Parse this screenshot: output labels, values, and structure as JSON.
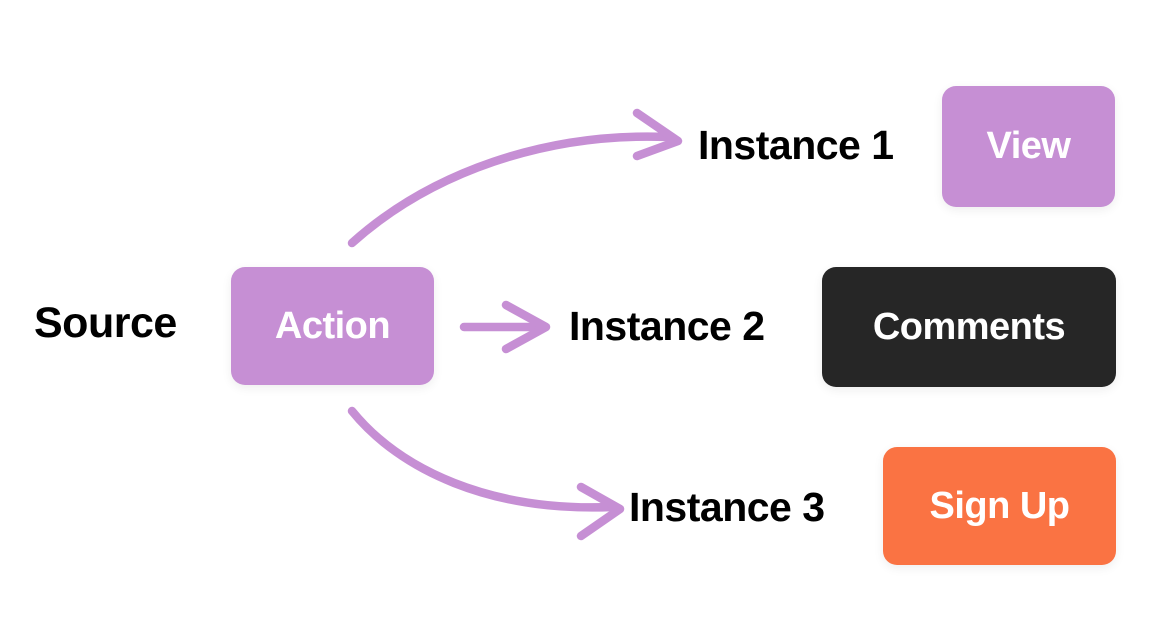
{
  "diagram": {
    "title": "Source to Instances flow",
    "background_color": "#ffffff",
    "accent_purple": "#c68fd4",
    "accent_dark": "#262626",
    "accent_orange": "#fa7343",
    "text_color": "#000000",
    "on_accent_text_color": "#ffffff"
  },
  "nodes": {
    "source": {
      "label": "Source",
      "type": "text"
    },
    "action": {
      "label": "Action",
      "type": "rounded-box",
      "color": "#c68fd4"
    },
    "instance_1": {
      "label": "Instance 1",
      "type": "text"
    },
    "instance_2": {
      "label": "Instance 2",
      "type": "text"
    },
    "instance_3": {
      "label": "Instance 3",
      "type": "text"
    }
  },
  "buttons": [
    {
      "id": "view",
      "label": "View",
      "color": "#c68fd4",
      "text_color": "#ffffff"
    },
    {
      "id": "comments",
      "label": "Comments",
      "color": "#262626",
      "text_color": "#ffffff"
    },
    {
      "id": "signup",
      "label": "Sign Up",
      "color": "#fa7343",
      "text_color": "#ffffff"
    }
  ],
  "connectors": [
    {
      "id": "action-to-instance-1",
      "from": "action",
      "to": "instance_1",
      "shape": "curve-up",
      "color": "#c68fd4"
    },
    {
      "id": "action-to-instance-2",
      "from": "action",
      "to": "instance_2",
      "shape": "straight",
      "color": "#c68fd4"
    },
    {
      "id": "action-to-instance-3",
      "from": "action",
      "to": "instance_3",
      "shape": "curve-down",
      "color": "#c68fd4"
    }
  ]
}
